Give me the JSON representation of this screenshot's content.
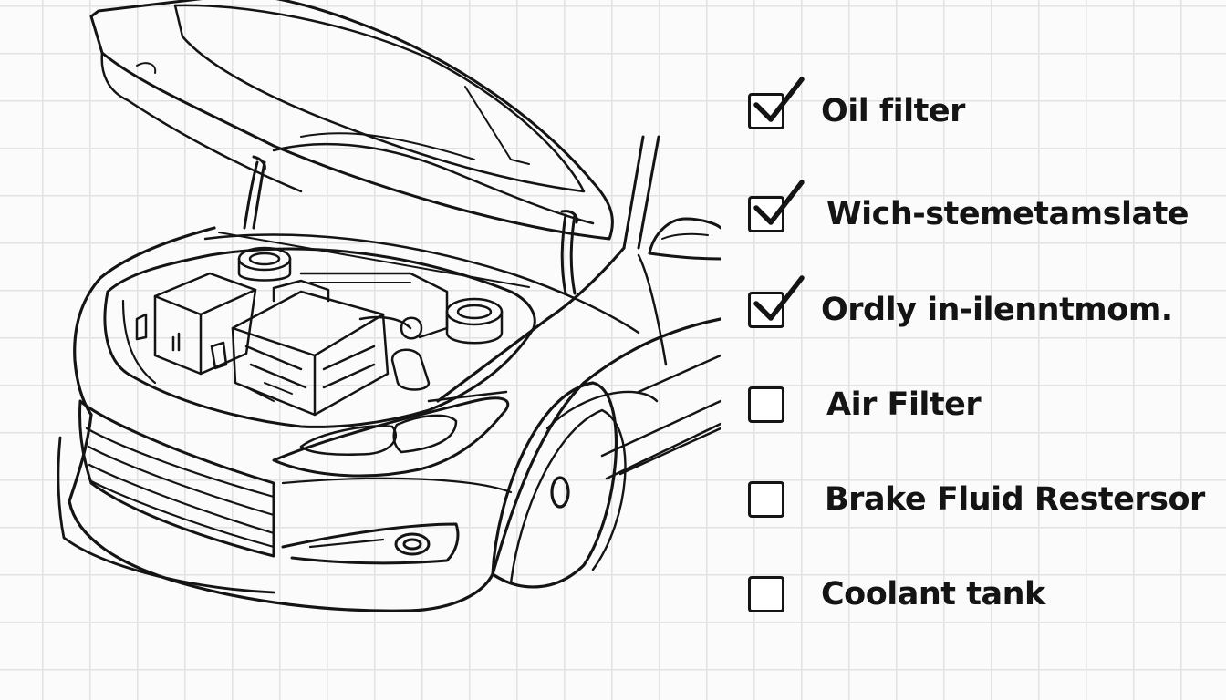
{
  "illustration": {
    "subject": "car-front-open-hood",
    "stroke_color": "#141414"
  },
  "checklist": {
    "items": [
      {
        "label": "Oil filter",
        "checked": true
      },
      {
        "label": "Wich-stemetamslate",
        "checked": true
      },
      {
        "label": "Ordly in-ilenntmom.",
        "checked": true
      },
      {
        "label": "Air Filter",
        "checked": false
      },
      {
        "label": "Brake Fluid Restersor",
        "checked": false
      },
      {
        "label": "Coolant tank",
        "checked": false
      }
    ]
  }
}
